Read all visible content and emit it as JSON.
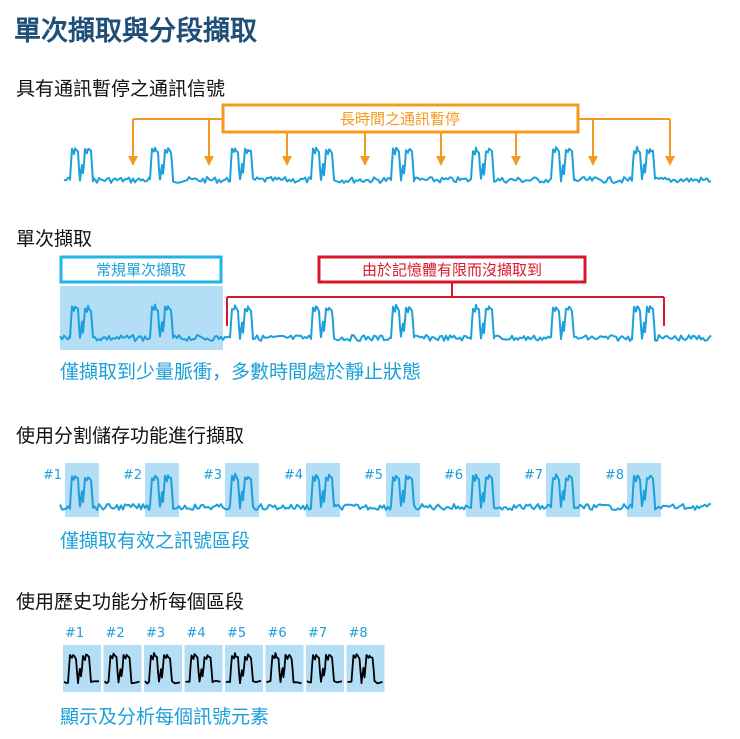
{
  "title": "單次擷取與分段擷取",
  "sections": {
    "s1": {
      "heading": "具有通訊暫停之通訊信號",
      "callout": "長時間之通訊暫停"
    },
    "s2": {
      "heading": "單次擷取",
      "callout_captured": "常規單次擷取",
      "callout_missed": "由於記憶體有限而沒擷取到",
      "caption": "僅擷取到少量脈衝，多數時間處於靜止狀態"
    },
    "s3": {
      "heading": "使用分割儲存功能進行擷取",
      "caption": "僅擷取有效之訊號區段"
    },
    "s4": {
      "heading": "使用歷史功能分析每個區段",
      "caption": "顯示及分析每個訊號元素"
    }
  },
  "segment_labels": [
    "#1",
    "#2",
    "#3",
    "#4",
    "#5",
    "#6",
    "#7",
    "#8"
  ],
  "colors": {
    "title": "#1f4e79",
    "signal": "#1ca0dc",
    "highlight": "#b3def5",
    "orange": "#f39a21",
    "cyan": "#1fb6e6",
    "red": "#d7182a",
    "history_signal": "#000000"
  }
}
